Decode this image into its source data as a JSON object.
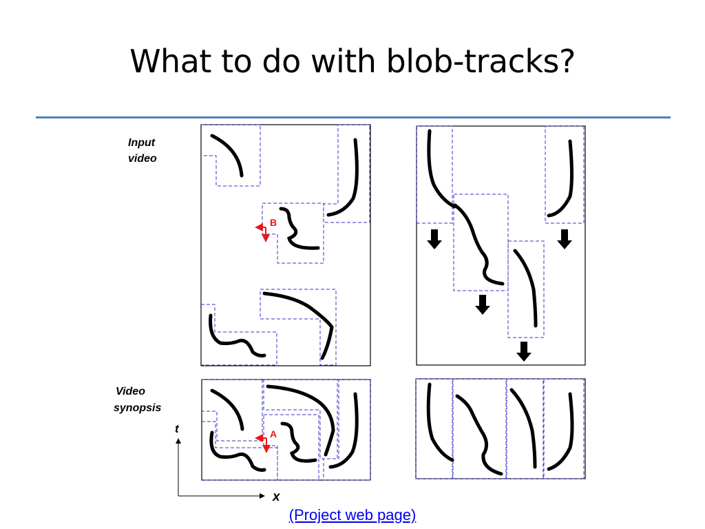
{
  "slide": {
    "title": "What to do with blob-tracks?",
    "link_text": "(Project web page)"
  },
  "diagram": {
    "labels": {
      "input_video_line1": "Input",
      "input_video_line2": "video",
      "video_synopsis_line1": "Video",
      "video_synopsis_line2": "synopsis",
      "marker_b": "B",
      "marker_a": "A",
      "axis_t": "t",
      "axis_x": "x"
    },
    "colors": {
      "accent_rule": "#4f81bd",
      "dashed_box": "#3333cc",
      "marker": "#e8161b",
      "link": "#0000ee"
    }
  }
}
